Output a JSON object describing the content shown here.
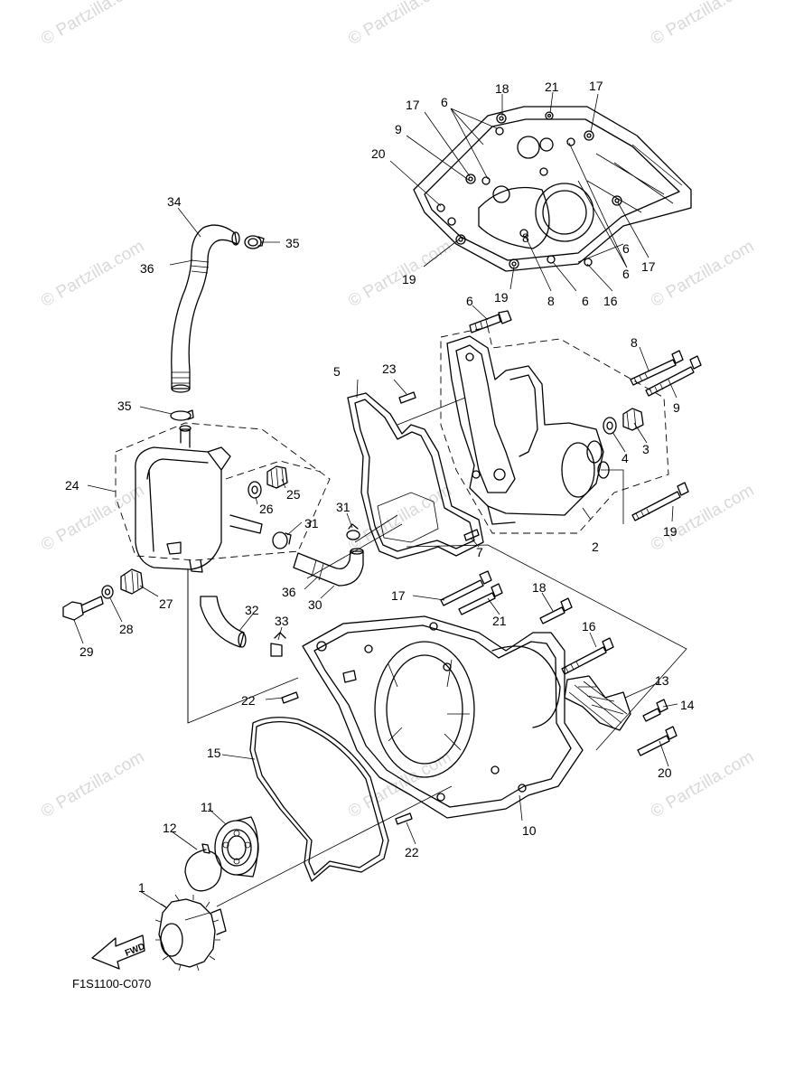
{
  "diagram": {
    "code": "F1S1100-C070",
    "fwd_label": "FWD",
    "watermark": "© Partzilla.com",
    "callouts": [
      "1",
      "2",
      "3",
      "4",
      "5",
      "6",
      "6",
      "6",
      "6",
      "6",
      "7",
      "8",
      "8",
      "8",
      "9",
      "9",
      "10",
      "11",
      "12",
      "13",
      "14",
      "15",
      "16",
      "16",
      "17",
      "17",
      "17",
      "17",
      "18",
      "18",
      "19",
      "19",
      "19",
      "20",
      "20",
      "21",
      "21",
      "22",
      "22",
      "23",
      "24",
      "25",
      "26",
      "27",
      "28",
      "29",
      "30",
      "31",
      "31",
      "32",
      "33",
      "34",
      "35",
      "35",
      "36",
      "36"
    ]
  }
}
